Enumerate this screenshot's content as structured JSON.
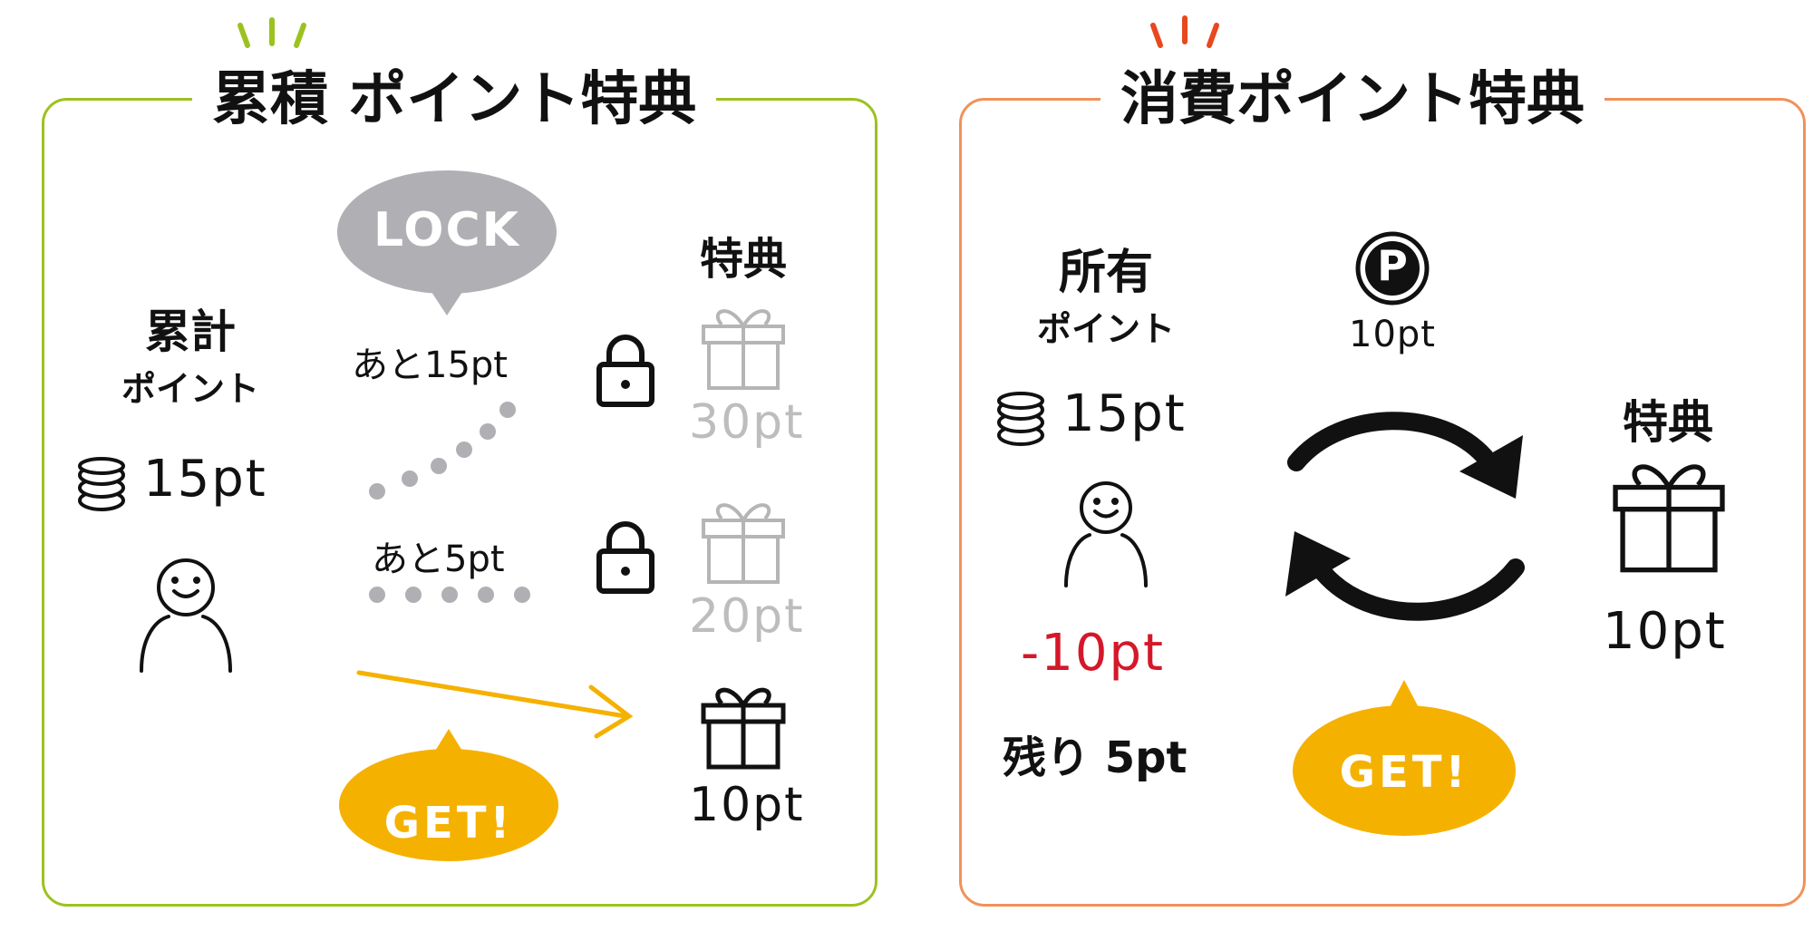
{
  "accent": {
    "green": "#9cc21f",
    "orange": "#f0925a",
    "gold": "#f5b100",
    "red": "#d4182a",
    "gray": "#b0b0b4",
    "light_gray": "#bdbdbd"
  },
  "left_panel": {
    "title_a": "累積",
    "title_b": "ポイント特典",
    "lock_bubble": "LOCK",
    "cumulative_label": "累計",
    "cumulative_sub": "ポイント",
    "user_points": "15pt",
    "remaining_15": "あと15pt",
    "remaining_5": "あと5pt",
    "rewards_heading": "特典",
    "rewards": [
      {
        "cost": "30pt",
        "locked": true
      },
      {
        "cost": "20pt",
        "locked": true
      },
      {
        "cost": "10pt",
        "locked": false
      }
    ],
    "get_bubble": "GET!"
  },
  "right_panel": {
    "title": "消費ポイント特典",
    "owned_label": "所有",
    "owned_sub": "ポイント",
    "user_points": "15pt",
    "point_badge": "P",
    "exchange_cost": "10pt",
    "deduction": "-10pt",
    "remaining": "残り 5pt",
    "reward_heading": "特典",
    "reward_cost": "10pt",
    "get_bubble": "GET!"
  }
}
